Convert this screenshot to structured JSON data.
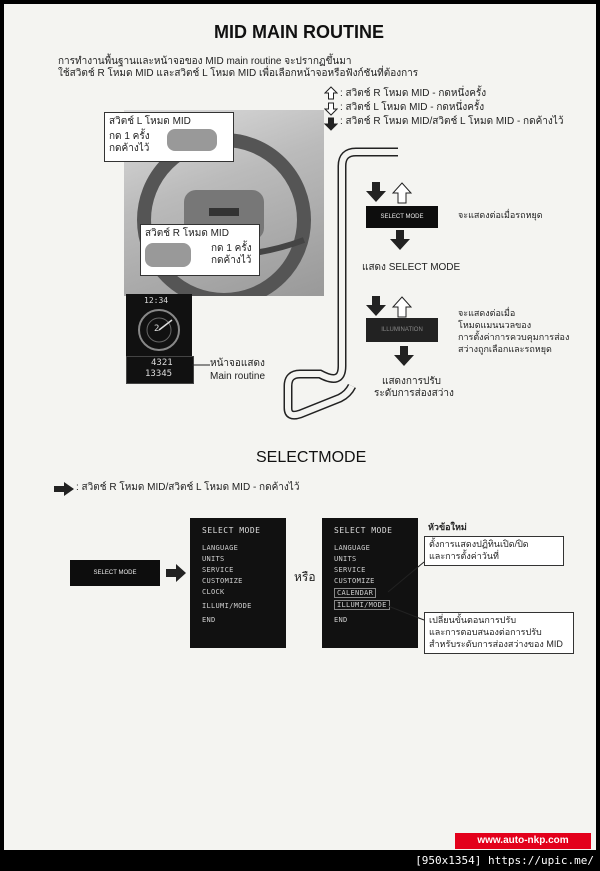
{
  "header": {
    "title": "MID MAIN ROUTINE",
    "intro_line1": "การทำงานพื้นฐานและหน้าจอของ MID main routine จะปรากฏขึ้นมา",
    "intro_line2": "ใช้สวิตช์ R โหมด MID และสวิตช์ L โหมด MID เพื่อเลือกหน้าจอหรือฟังก์ชันที่ต้องการ"
  },
  "legend": [
    {
      "icon": "up-arrow-outline-icon",
      "text": ": สวิตช์ R โหมด MID - กดหนึ่งครั้ง"
    },
    {
      "icon": "down-arrow-outline-icon",
      "text": ": สวิตช์ L โหมด MID - กดหนึ่งครั้ง"
    },
    {
      "icon": "down-arrow-filled-icon",
      "text": ": สวิตช์ R โหมด MID/สวิตช์ L โหมด MID - กดค้างไว้"
    }
  ],
  "switch_l": {
    "title": "สวิตช์ L โหมด MID",
    "press_once": "กด 1 ครั้ง",
    "hold": "กดค้างไว้"
  },
  "switch_r": {
    "title": "สวิตช์ R โหมด MID",
    "press_once": "กด 1 ครั้ง",
    "hold": "กดค้างไว้"
  },
  "cluster": {
    "clock": "12:34",
    "gear": "2",
    "odo_top": "4321",
    "odo_bottom": "13345",
    "caption_1": "หน้าจอแสดง",
    "caption_2": "Main routine"
  },
  "flow": {
    "select_block": "SELECT MODE",
    "select_note": "จะแสดงต่อเมื่อรถหยุด",
    "select_result": "แสดง SELECT MODE",
    "illum_block": "ILLUMINATION",
    "illum_note": [
      "จะแสดงต่อเมื่อ",
      "โหมดแมนนวลของ",
      "การตั้งค่าการควบคุมการส่อง",
      "สว่างถูกเลือกและรถหยุด"
    ],
    "illum_result": [
      "แสดงการปรับ",
      "ระดับการส่องสว่าง"
    ]
  },
  "selectmode": {
    "title": "SELECTMODE",
    "legend_text": ": สวิตช์ R โหมด MID/สวิตช์ L โหมด MID - กดค้างไว้",
    "block": "SELECT MODE",
    "or": "หรือ",
    "new_topic": "หัวข้อใหม่",
    "menu_left": {
      "header": "SELECT MODE",
      "items": [
        "LANGUAGE",
        "UNITS",
        "SERVICE",
        "CUSTOMIZE",
        "CLOCK",
        "ILLUMI/MODE",
        "END"
      ]
    },
    "menu_right": {
      "header": "SELECT MODE",
      "items": [
        "LANGUAGE",
        "UNITS",
        "SERVICE",
        "CUSTOMIZE",
        "CALENDAR",
        "ILLUMI/MODE",
        "END"
      ]
    },
    "callout_calendar": [
      "ตั้งการแสดงปฏิทินเปิด/ปิด",
      "และการตั้งค่าวันที่"
    ],
    "callout_illumi": [
      "เปลี่ยนขั้นตอนการปรับ",
      "และการตอบสนองต่อการปรับ",
      "สำหรับระดับการส่องสว่างของ MID"
    ]
  },
  "brand": "www.auto-nkp.com",
  "footer": "[950x1354] https://upic.me/"
}
